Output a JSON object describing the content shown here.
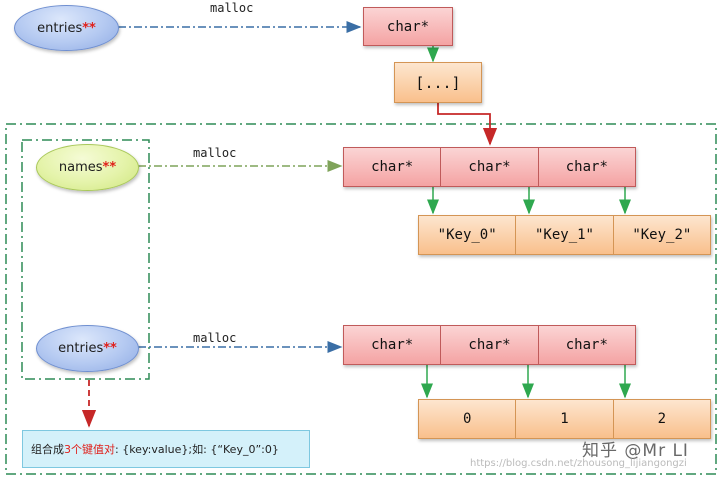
{
  "top": {
    "entries_label": "entries",
    "entries_stars": "**",
    "malloc_label": "malloc",
    "char_ptr": "char*",
    "array_label": "[...]"
  },
  "names_group": {
    "names_label": "names",
    "names_stars": "**",
    "malloc_label": "malloc",
    "char_ptrs": [
      "char*",
      "char*",
      "char*"
    ],
    "keys": [
      "\"Key_0\"",
      "\"Key_1\"",
      "\"Key_2\""
    ]
  },
  "entries_group": {
    "entries_label": "entries",
    "entries_stars": "**",
    "malloc_label": "malloc",
    "char_ptrs": [
      "char*",
      "char*",
      "char*"
    ],
    "values": [
      "0",
      "1",
      "2"
    ]
  },
  "note": {
    "prefix": "组合成",
    "highlight": "3个键值对",
    "suffix": ": {key:value};如: {“Key_0”:0}"
  },
  "watermark": {
    "text": "知乎 @Mr LI",
    "url": "https://blog.csdn.net/zhousong_lijiangongzi"
  },
  "colors": {
    "red_arrow": "#c62828",
    "green_arrow": "#2fa84f",
    "blue_dashdot": "#3a6ea5",
    "green_dashdot": "#7fa35a",
    "frame_green": "#2e8b57"
  }
}
